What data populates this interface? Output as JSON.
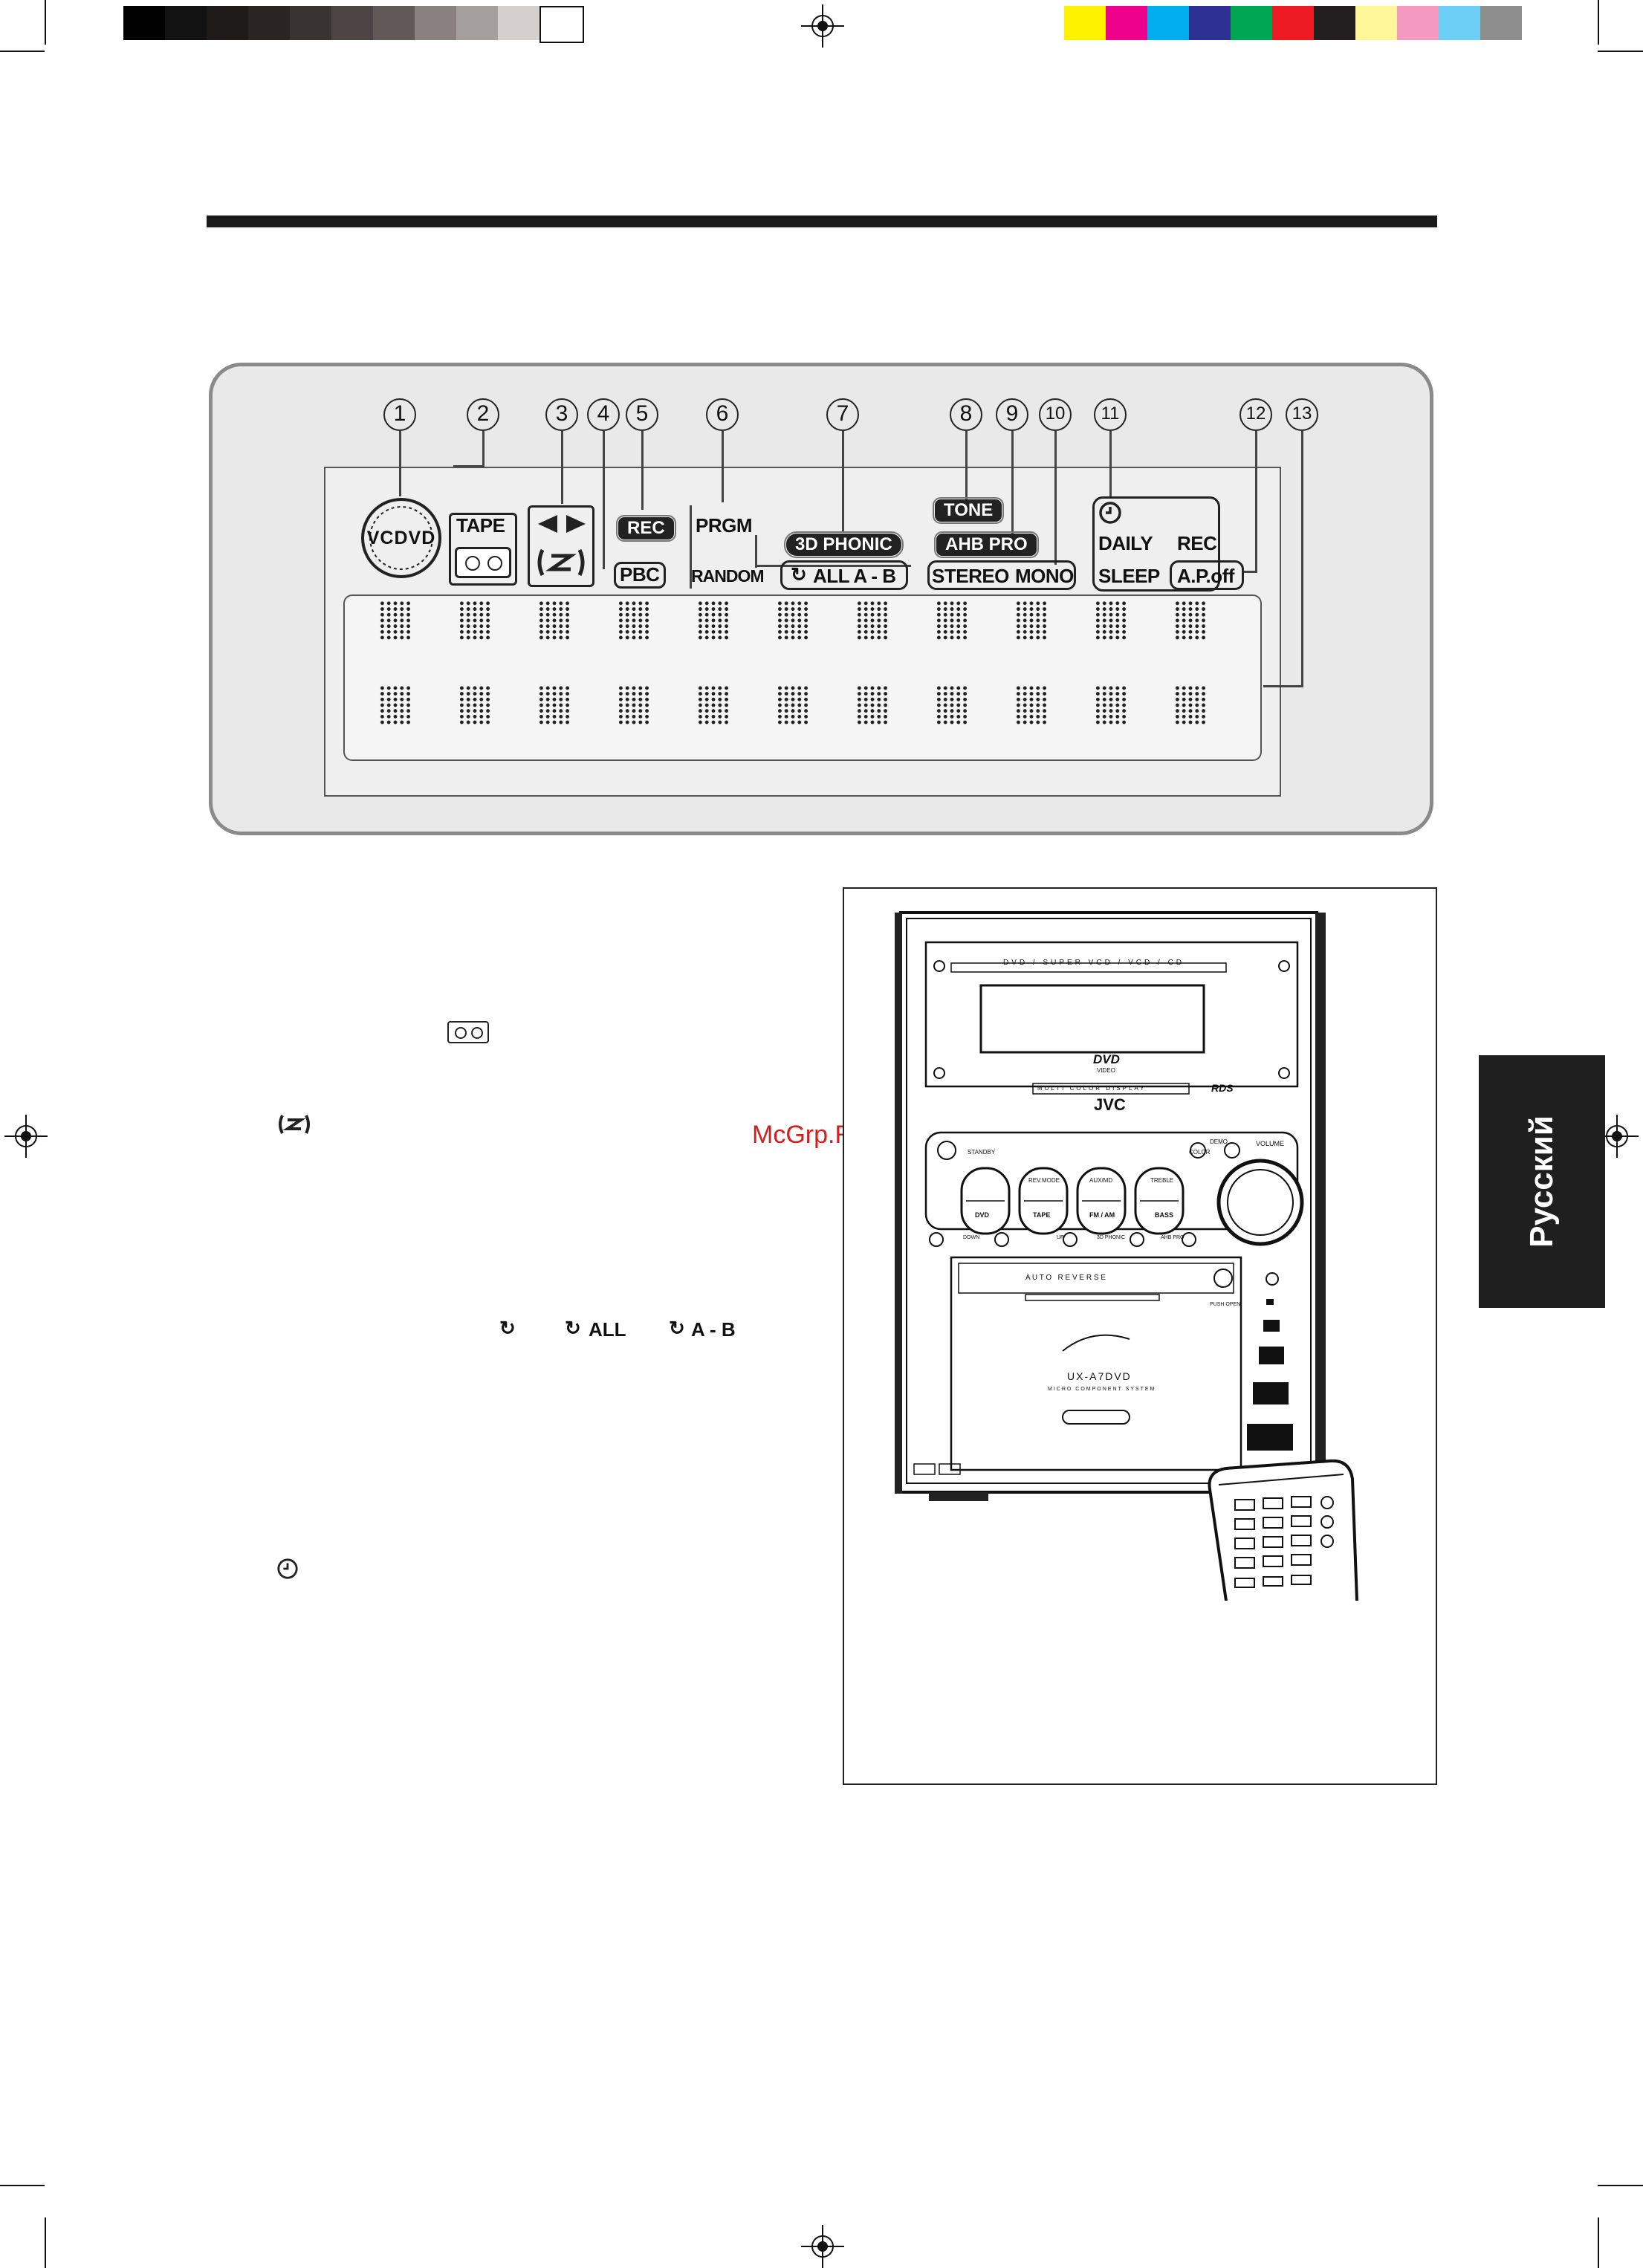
{
  "display": {
    "callouts": [
      "1",
      "2",
      "3",
      "4",
      "5",
      "6",
      "7",
      "8",
      "9",
      "10",
      "11",
      "12",
      "13"
    ],
    "indicators": {
      "vcdvd": "VCDVD",
      "tape": "TAPE",
      "rec": "REC",
      "pbc": "PBC",
      "prgm": "PRGM",
      "random": "RANDOM",
      "three_d_phonic": "3D PHONIC",
      "repeat": "ALL A - B",
      "tone": "TONE",
      "ahb_pro": "AHB PRO",
      "stereo": "STEREO",
      "mono": "MONO",
      "daily": "DAILY",
      "timer_rec": "REC",
      "sleep": "SLEEP",
      "ap_off": "A.P.off"
    }
  },
  "text_column": {
    "repeat_all": "ALL",
    "repeat_ab": "A - B"
  },
  "device": {
    "disc_label": "DVD / SUPER VCD / VCD / CD",
    "dvd_logo": "DVD",
    "dvd_sub": "VIDEO",
    "multi_color": "MULTI COLOR DISPLAY",
    "rds": "RDS",
    "brand": "JVC",
    "standby": "STANDBY",
    "demo": "DEMO",
    "color": "COLOR",
    "volume": "VOLUME",
    "btn_rev_mode": "REV.MODE",
    "btn_aux_md": "AUX/MD",
    "btn_treble": "TREBLE",
    "btn_dvd": "DVD",
    "btn_tape": "TAPE",
    "btn_fm_am": "FM / AM",
    "btn_bass": "BASS",
    "down": "DOWN",
    "up": "UP",
    "three_d_phonic": "3D PHONIC",
    "ahb_pro": "AHB PRO",
    "auto_reverse": "A U T O   R E V E R S E",
    "push_open": "PUSH OPEN",
    "model": "UX-A7DVD",
    "model_sub": "MICRO COMPONENT SYSTEM"
  },
  "side_tab": "Русский",
  "watermark": "McGrp.Ru",
  "colors": {
    "tab_bg": "#1f1f1f",
    "watermark": "#d02020",
    "swatches_gray": [
      "#000000",
      "#121212",
      "#1e1a1a",
      "#2a2424",
      "#3a3333",
      "#4d4545",
      "#615858",
      "#8a8080",
      "#a59f9d",
      "#d6cfcf",
      "#ffffff"
    ],
    "swatches_color": [
      "#fff200",
      "#ec008c",
      "#00aeef",
      "#2e3192",
      "#00a651",
      "#ed1c24",
      "#231f20",
      "#fff799",
      "#f49ac1",
      "#6dcff6",
      "#8e8e8e"
    ]
  }
}
